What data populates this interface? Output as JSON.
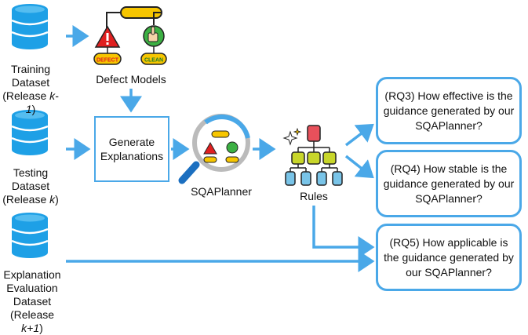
{
  "datasets": {
    "training": {
      "line1": "Training",
      "line2": "Dataset",
      "line3_prefix": "(Release ",
      "line3_em": "k-1",
      "line3_suffix": ")"
    },
    "testing": {
      "line1": "Testing",
      "line2": "Dataset",
      "line3_prefix": "(Release ",
      "line3_em": "k",
      "line3_suffix": ")"
    },
    "evaluation": {
      "line1": "Explanation",
      "line2": "Evaluation",
      "line3": "Dataset",
      "line4_prefix": "(Release ",
      "line4_em": "k+1",
      "line4_suffix": ")"
    }
  },
  "defect_models": {
    "label": "Defect Models",
    "defect_tag": "DEFECT",
    "clean_tag": "CLEAN"
  },
  "generate": {
    "line1": "Generate",
    "line2": "Explanations"
  },
  "planner": {
    "label": "SQAPlanner"
  },
  "rules": {
    "label": "Rules"
  },
  "rq": [
    {
      "line1": "(RQ3) How effective is the",
      "line2": "guidance generated by our",
      "line3": "SQAPlanner?"
    },
    {
      "line1": "(RQ4) How stable is the",
      "line2": "guidance generated by our",
      "line3": "SQAPlanner?"
    },
    {
      "line1": "(RQ5) How applicable is",
      "line2": "the guidance generated by",
      "line3": "our SQAPlanner?"
    }
  ],
  "colors": {
    "arrow": "#4aa8e8",
    "database": "#1ea0e6",
    "defect": "#e02020",
    "clean": "#3cb043",
    "rule_root": "#e8505b",
    "rule_mid": "#c8d62a",
    "rule_leaf": "#79c4e8"
  },
  "icons": [
    "database-icon",
    "warning-icon",
    "thumbs-up-icon",
    "magnifier-icon",
    "sparkle-icon",
    "decision-tree-icon"
  ]
}
